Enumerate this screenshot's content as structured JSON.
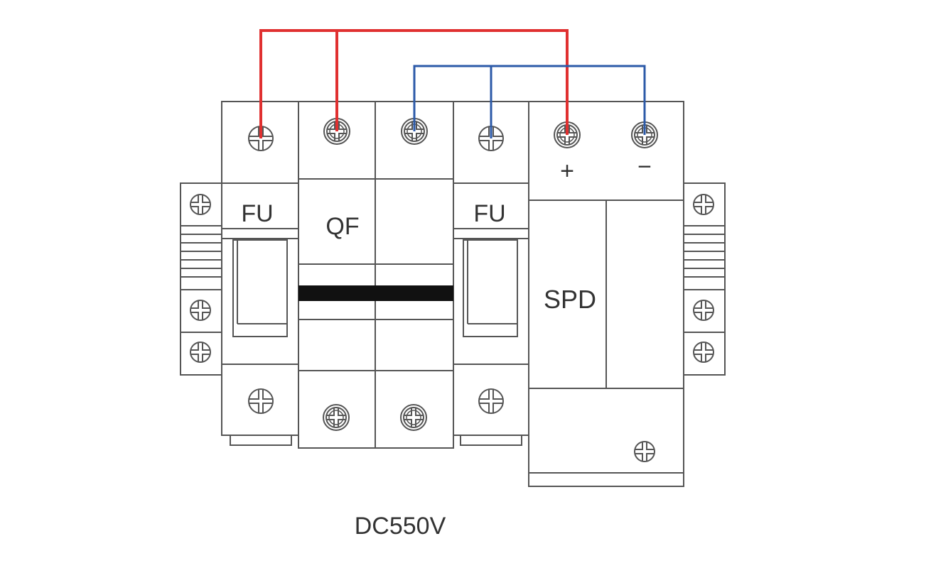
{
  "diagram": {
    "fuse_left_label": "FU",
    "breaker_label": "QF",
    "fuse_right_label": "FU",
    "spd_label": "SPD",
    "spd_plus_label": "+",
    "spd_minus_label": "−",
    "voltage_label": "DC550V"
  },
  "colors": {
    "positive_wire": "#e03030",
    "negative_wire": "#2c5aa8",
    "outline": "#555555",
    "handle": "#111111",
    "background": "#ffffff"
  }
}
